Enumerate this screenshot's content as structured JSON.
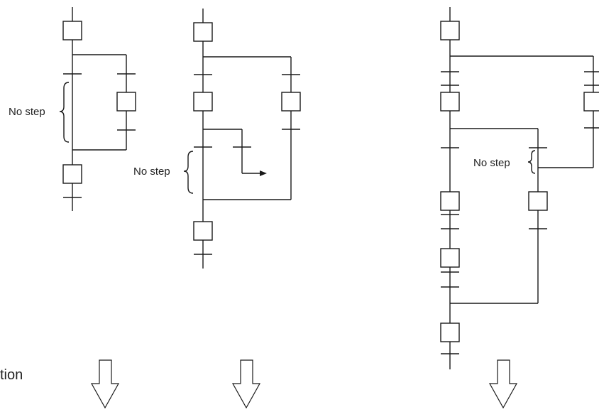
{
  "diagrams": [
    {
      "label": "No step"
    },
    {
      "label": "No step"
    },
    {
      "label": "No step"
    }
  ],
  "footer_text": "tion"
}
